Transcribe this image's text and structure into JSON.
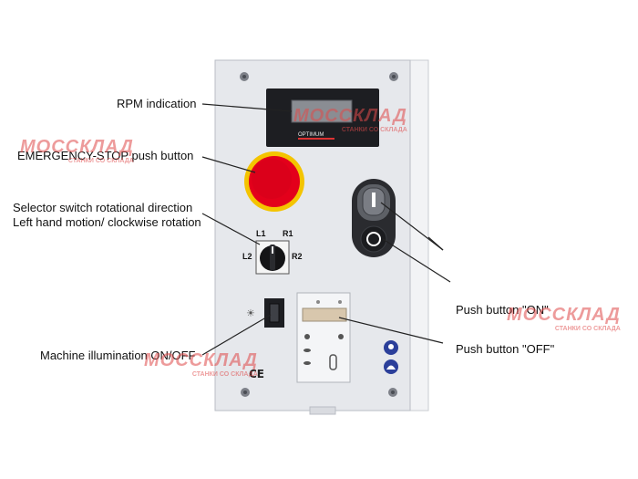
{
  "labels": {
    "rpm": "RPM indication",
    "estop": "EMERGENCY-STOP push button",
    "selector_line1": "Selector switch rotational direction",
    "selector_line2": "Left hand motion/ clockwise rotation",
    "push_on": "Push button \"ON\"",
    "push_off": "Push button \"OFF\"",
    "illumination": "Machine illumination ON/OFF"
  },
  "switch_positions": {
    "l1": "L1",
    "r1": "R1",
    "l2": "L2",
    "r2": "R2"
  },
  "display_brand": "OPTIMUM",
  "ce_mark": "CE",
  "watermark": {
    "brand": "МОССКЛАД",
    "tagline": "СТАНКИ СО СКЛАДА"
  },
  "colors": {
    "panel": "#e6e8ec",
    "estop_red": "#e3001b",
    "estop_yellow": "#f4c400",
    "watermark": "#e04a4a",
    "info_blue": "#2b3f9a"
  }
}
